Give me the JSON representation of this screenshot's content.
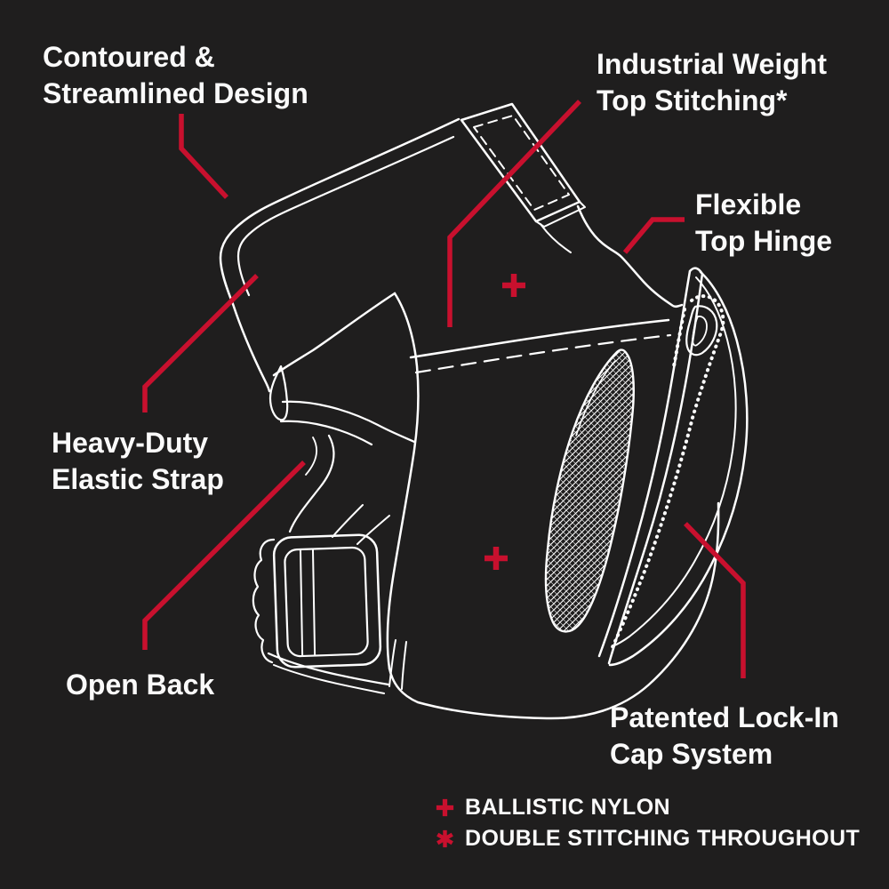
{
  "colors": {
    "background": "#1f1e1e",
    "line": "#ffffff",
    "accent": "#c8102e",
    "text": "#fafafa"
  },
  "product": "knee pad feature diagram",
  "labels": {
    "contoured": {
      "line1": "Contoured &",
      "line2": "Streamlined Design"
    },
    "industrial": {
      "line1": "Industrial Weight",
      "line2": "Top Stitching*"
    },
    "flexible": {
      "line1": "Flexible",
      "line2": "Top Hinge"
    },
    "heavy": {
      "line1": "Heavy-Duty",
      "line2": "Elastic Strap"
    },
    "open": {
      "line1": "Open Back"
    },
    "patented": {
      "line1": "Patented Lock-In",
      "line2": "Cap System"
    }
  },
  "legend": {
    "items": [
      {
        "marker": "plus-icon",
        "text": "BALLISTIC NYLON"
      },
      {
        "marker": "asterisk-icon",
        "text": "DOUBLE STITCHING THROUGHOUT"
      }
    ]
  }
}
